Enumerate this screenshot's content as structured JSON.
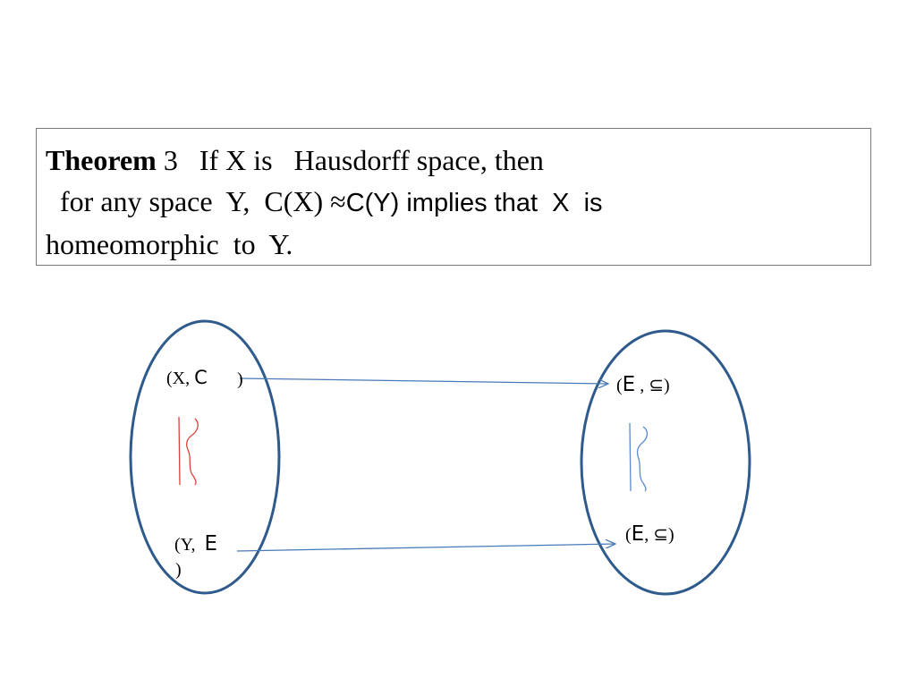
{
  "theorem": {
    "label": "Theorem",
    "number": "3",
    "line1_rest": "If X is   Hausdorff space, then",
    "line2_a": "for any space  Y,  C(X) ≈",
    "line2_b": "C(Y) implies that  X  is",
    "line3": "homeomorphic  to  Y."
  },
  "diagram": {
    "left_top": {
      "open": "(X, ",
      "symbol": "C",
      "close": ")"
    },
    "left_bottom": {
      "open": "(Y, ",
      "symbol": "E",
      "close": ")"
    },
    "right_top": {
      "open": "(",
      "symbol": "E",
      "rest": " , ⊆)"
    },
    "right_bottom": {
      "open": "(",
      "symbol": "E",
      "rest": ", ⊆)"
    }
  },
  "colors": {
    "ellipse_stroke": "#2f5b8c",
    "arrow_stroke": "#4a7ab8",
    "left_brace": "#d9423a",
    "right_brace": "#5a8ad0",
    "box_border": "#7a7a7a"
  }
}
